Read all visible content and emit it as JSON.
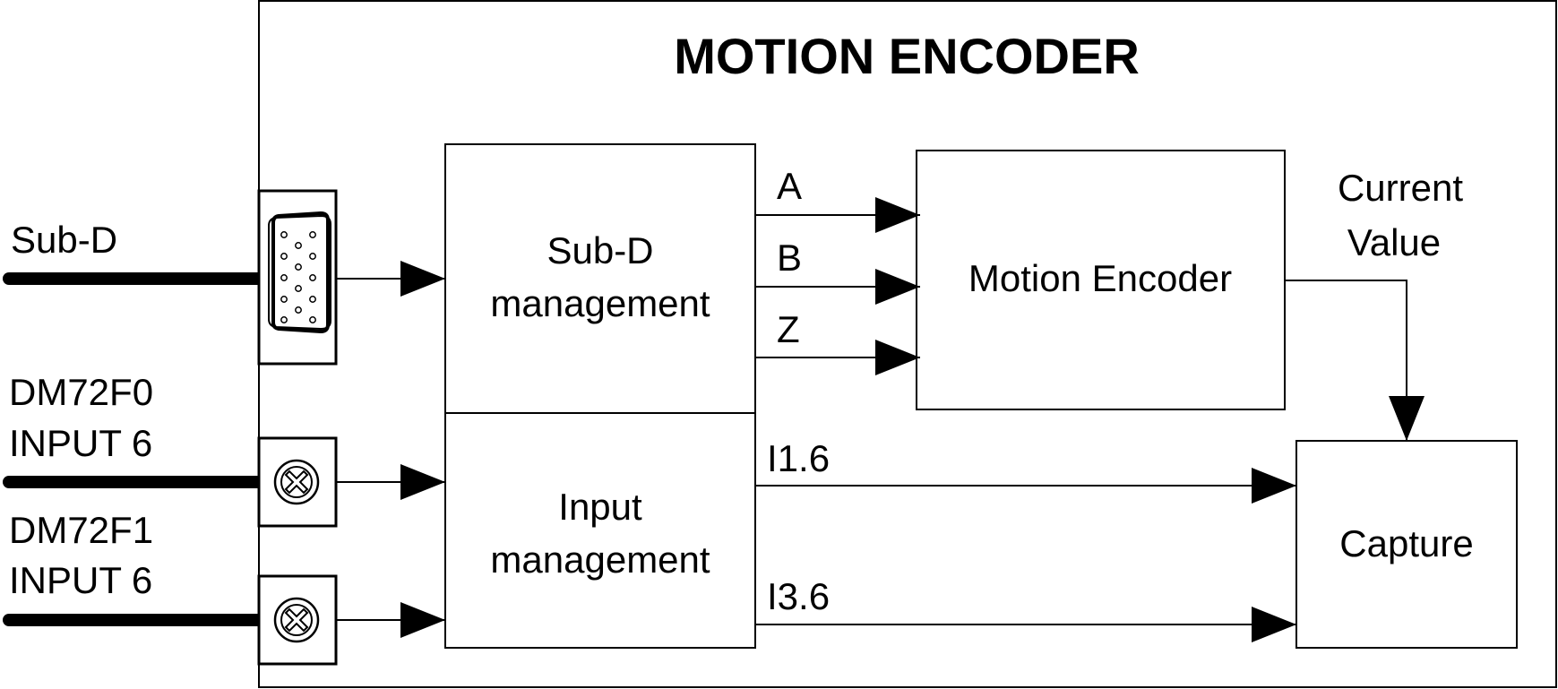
{
  "title": "MOTION ENCODER",
  "blocks": {
    "subd_management": [
      "Sub-D",
      "management"
    ],
    "input_management": [
      "Input",
      "management"
    ],
    "motion_encoder": "Motion Encoder",
    "capture": "Capture"
  },
  "external_inputs": {
    "subd": "Sub-D",
    "dm72f0": [
      "DM72F0",
      "INPUT 6"
    ],
    "dm72f1": [
      "DM72F1",
      "INPUT 6"
    ]
  },
  "signals": {
    "a": "A",
    "b": "B",
    "z": "Z",
    "i16": "I1.6",
    "i36": "I3.6",
    "current_value": [
      "Current",
      "Value"
    ]
  }
}
